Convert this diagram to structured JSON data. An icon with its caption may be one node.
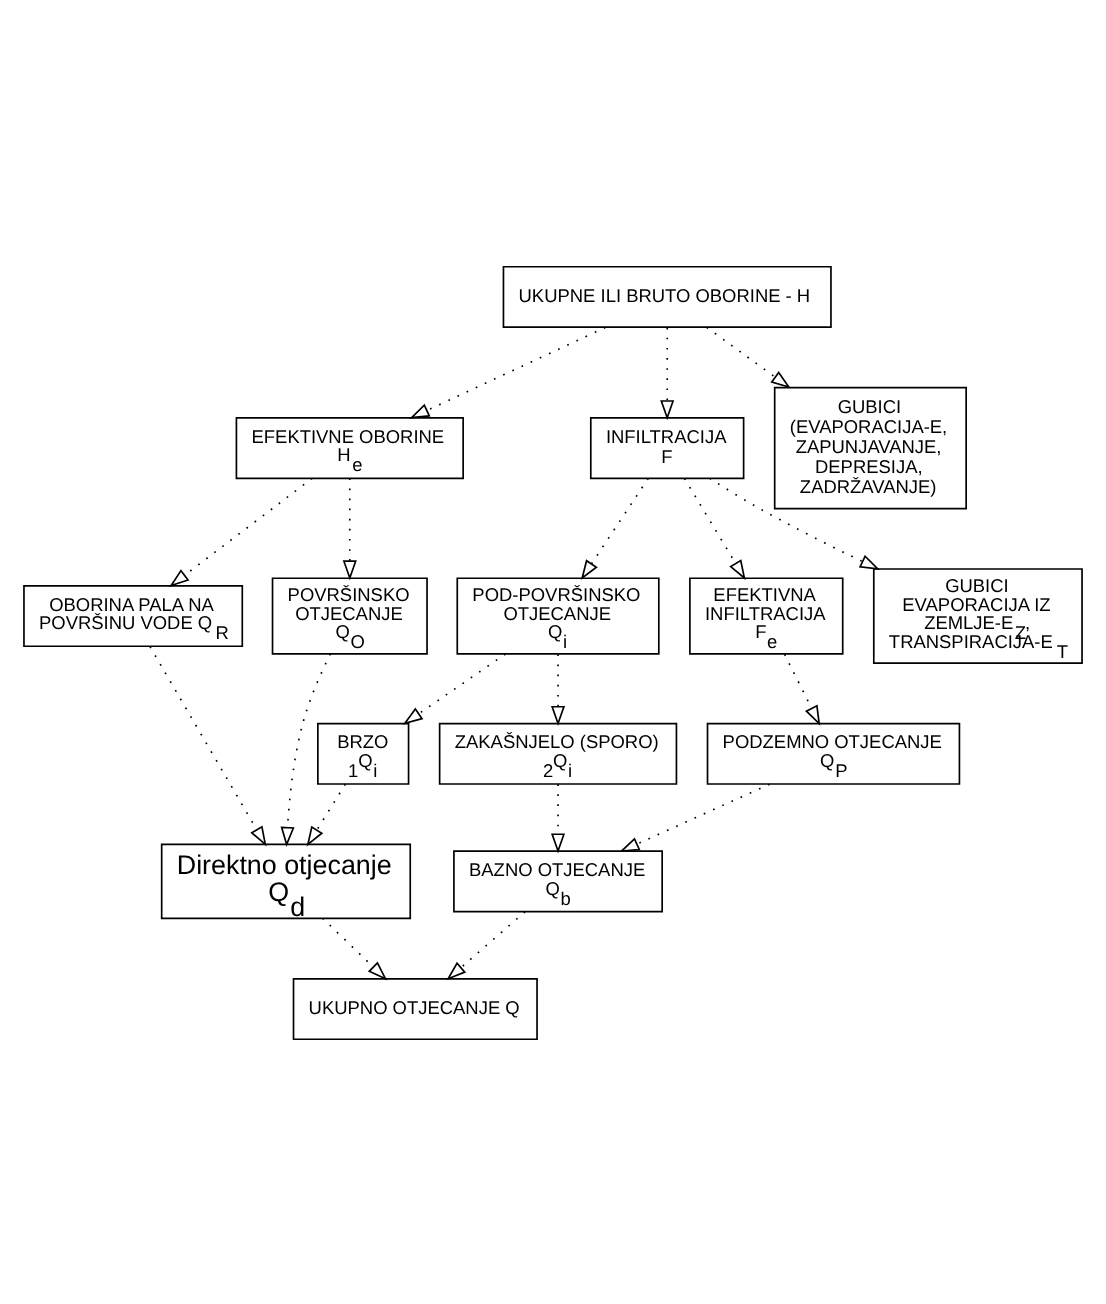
{
  "diagram": {
    "nodes": [
      {
        "text": [
          "UKUPNE ILI BRUTO OBORINE - H"
        ]
      },
      {
        "text": [
          "EFEKTIVNE OBORINE",
          "H$_{e}$"
        ]
      },
      {
        "text": [
          "INFILTRACIJA",
          "F"
        ]
      },
      {
        "text": [
          "GUBICI",
          "(EVAPORACIJA-E, ZAPUNJAVANJE, DEPRESIJA, ZADRŽAVANJE)"
        ]
      },
      {
        "text": [
          "OBORINA PALA NA POVRŠINU VODE Q$_{R}$"
        ]
      },
      {
        "text": [
          "POVRŠINSKO OTJECANJE",
          "Q$_{O}$"
        ]
      },
      {
        "text": [
          "POD-POVRŠINSKO OTJECANJE",
          "Q$_{i}$"
        ]
      },
      {
        "text": [
          "EFEKTIVNA INFILTRACIJA",
          "F$_{e}$"
        ]
      },
      {
        "text": [
          "GUBICI",
          "EVAPORACIJA IZ ZEMLJE-E$_{Z}$, TRANSPIRACIJA-E$_{T}$"
        ]
      },
      {
        "text": [
          "BRZO",
          "$_{1}$Q$_{i}$"
        ]
      },
      {
        "text": [
          "ZAKAŠNJELO (SPORO)",
          "$_{2}$Q$_{i}$"
        ]
      },
      {
        "text": [
          "PODZEMNO OTJECANJE",
          "Q$_{P}$"
        ]
      },
      {
        "text": [
          "Direktno otjecanje",
          "Q$_{d}$"
        ]
      },
      {
        "text": [
          "BAZNO OTJECANJE",
          "Q$_{b}$"
        ]
      },
      {
        "text": [
          "UKUPNO OTJECANJE Q"
        ]
      }
    ],
    "edges": [
      {
        "from": 0,
        "to": 1,
        "arrow": "to"
      },
      {
        "from": 0,
        "to": 2,
        "arrow": "to"
      },
      {
        "from": 0,
        "to": 3,
        "arrow": "to"
      },
      {
        "from": 1,
        "to": 4,
        "arrow": "to"
      },
      {
        "from": 1,
        "to": 5,
        "arrow": "to"
      },
      {
        "from": 2,
        "to": 6,
        "arrow": "to"
      },
      {
        "from": 2,
        "to": 7,
        "arrow": "to"
      },
      {
        "from": 2,
        "to": 8,
        "arrow": "to"
      },
      {
        "from": 6,
        "to": 9,
        "arrow": "to"
      },
      {
        "from": 6,
        "to": 10,
        "arrow": "to"
      },
      {
        "from": 7,
        "to": 11,
        "arrow": "to"
      },
      {
        "from": 4,
        "to": 12,
        "arrow": "to"
      },
      {
        "from": 5,
        "to": 12,
        "arrow": "to"
      },
      {
        "from": 9,
        "to": 12,
        "arrow": "to"
      },
      {
        "from": 10,
        "to": 13,
        "arrow": "to"
      },
      {
        "from": 11,
        "to": 13,
        "arrow": "to"
      },
      {
        "from": 12,
        "to": 14,
        "arrow": "to"
      },
      {
        "from": 13,
        "to": 14,
        "arrow": "to"
      }
    ]
  }
}
